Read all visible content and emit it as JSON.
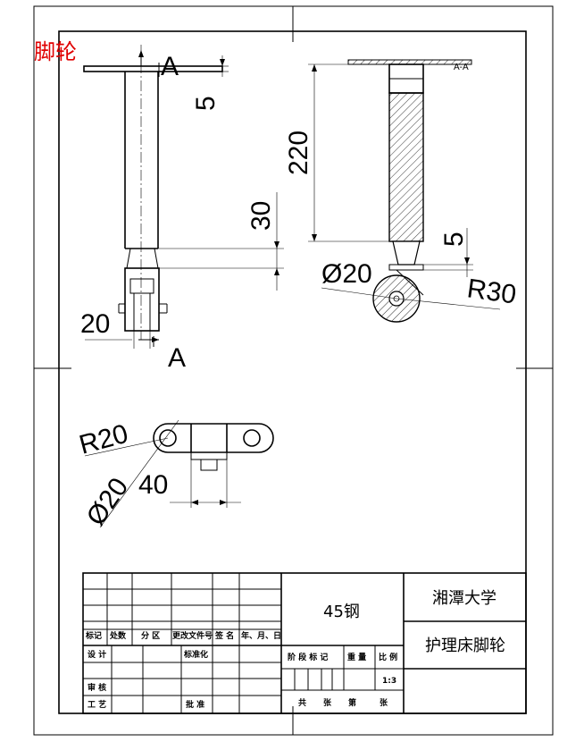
{
  "drawing_title": "脚轮",
  "dimensions": {
    "front": {
      "a_top": "A",
      "a_bottom": "A",
      "d5": "5",
      "d30": "30",
      "d20": "20"
    },
    "section": {
      "section_label": "A-A",
      "d220": "220",
      "d5": "5",
      "dia20": "Ø20",
      "r30": "R30"
    },
    "top": {
      "r20": "R20",
      "dia20": "Ø20",
      "d40": "40"
    }
  },
  "title_block": {
    "material": "45钢",
    "school": "湘潭大学",
    "part_name": "护理床脚轮",
    "scale": "1:3",
    "labels": {
      "mark": "标记",
      "count": "处数",
      "zone": "分 区",
      "change_doc": "更改文件号",
      "sign": "签 名",
      "date": "年、月、日",
      "design": "设 计",
      "standard": "标准化",
      "review": "审 核",
      "process": "工 艺",
      "approve": "批 准",
      "stage_mark": "阶 段 标 记",
      "weight": "重 量",
      "ratio": "比 例",
      "total": "共",
      "sheets": "张",
      "sheet_no": "第",
      "sheet_unit": "张"
    }
  }
}
